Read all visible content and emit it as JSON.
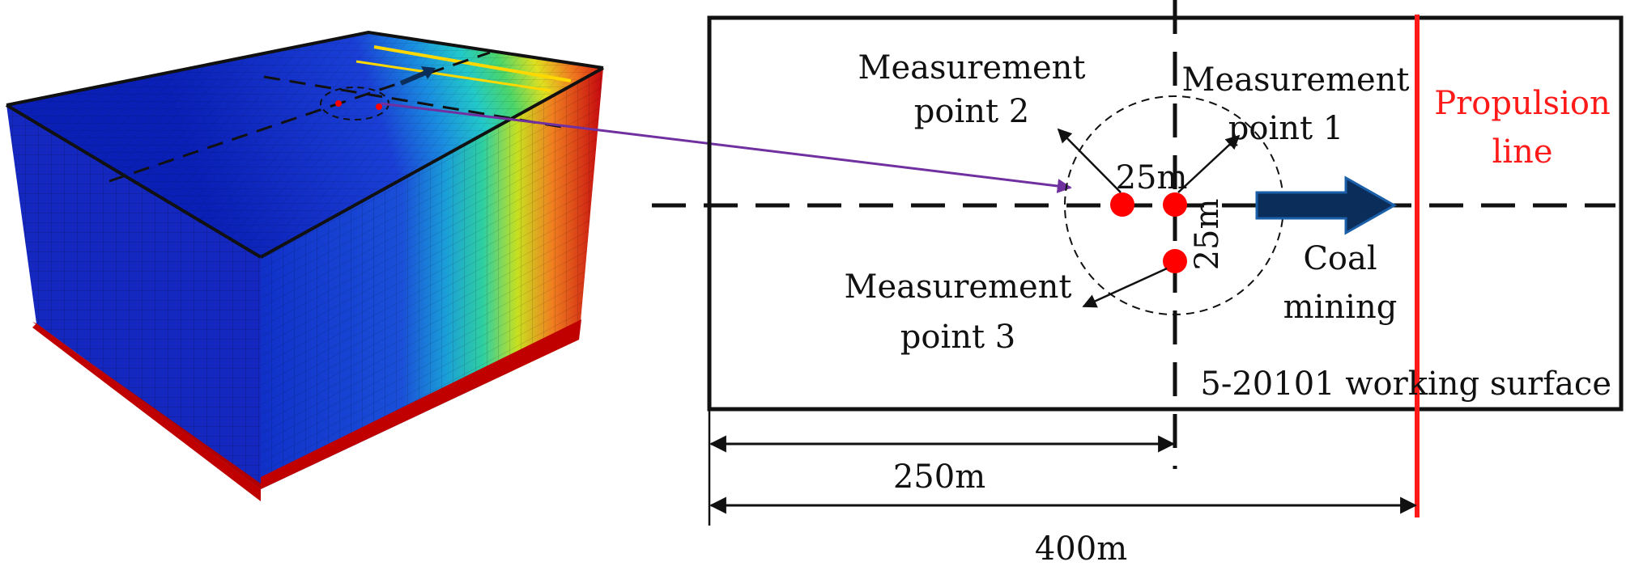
{
  "labels": {
    "measurement_point_1": [
      "Measurement",
      "point 1"
    ],
    "measurement_point_2": [
      "Measurement",
      "point 2"
    ],
    "measurement_point_3": [
      "Measurement",
      "point 3"
    ],
    "propulsion_line": [
      "Propulsion",
      "line"
    ],
    "coal_mining": [
      "Coal",
      "mining"
    ],
    "working_surface": "5-20101 working surface",
    "offset_horizontal": "25m",
    "offset_vertical": "25m",
    "dimension_250": "250m",
    "dimension_400": "400m"
  },
  "colors": {
    "propulsion_line": "#ff1a1a",
    "measurement_point": "#ff0000",
    "coal_mining_arrow": "#0a2d5a",
    "connector_arrow": "#7030a0",
    "model_base": "#c00000"
  }
}
